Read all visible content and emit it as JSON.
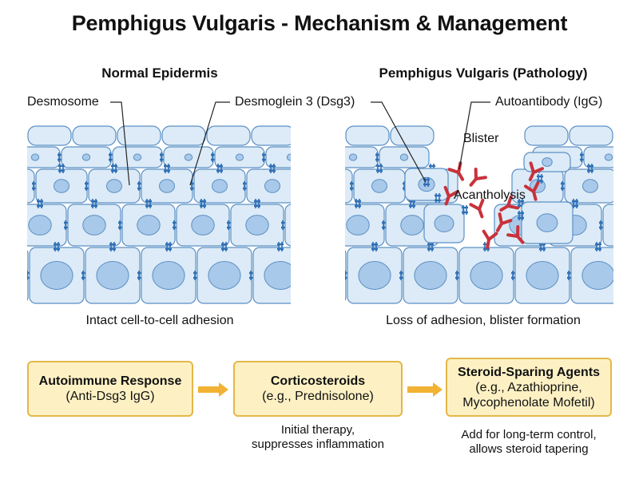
{
  "title": "Pemphigus Vulgaris - Mechanism & Management",
  "left_panel": {
    "heading": "Normal Epidermis",
    "label_desmosome": "Desmosome",
    "caption": "Intact cell-to-cell adhesion"
  },
  "right_panel": {
    "heading": "Pemphigus Vulgaris (Pathology)",
    "label_dsg3": "Desmoglein 3 (Dsg3)",
    "label_autoantibody": "Autoantibody (IgG)",
    "label_blister": "Blister",
    "label_acantholysis": "Acantholysis",
    "caption": "Loss of adhesion, blister formation"
  },
  "flow": {
    "step1": {
      "title": "Autoimmune Response",
      "sub": "(Anti-Dsg3 IgG)"
    },
    "step2": {
      "title": "Corticosteroids",
      "sub": "(e.g., Prednisolone)",
      "note1": "Initial therapy,",
      "note2": "suppresses inflammation"
    },
    "step3": {
      "title": "Steroid-Sparing Agents",
      "sub1": "(e.g., Azathioprine,",
      "sub2": "Mycophenolate Mofetil)",
      "note1": "Add for long-term control,",
      "note2": "allows steroid tapering"
    }
  },
  "colors": {
    "cell_fill": "#dcebf7",
    "cell_stroke": "#5b8fc4",
    "nucleus": "#a9c9ea",
    "desmosome": "#2f6fb5",
    "antibody": "#c8323b",
    "box_fill": "#fdf1c4",
    "box_border": "#e4b74a",
    "arrow": "#f2b233"
  }
}
